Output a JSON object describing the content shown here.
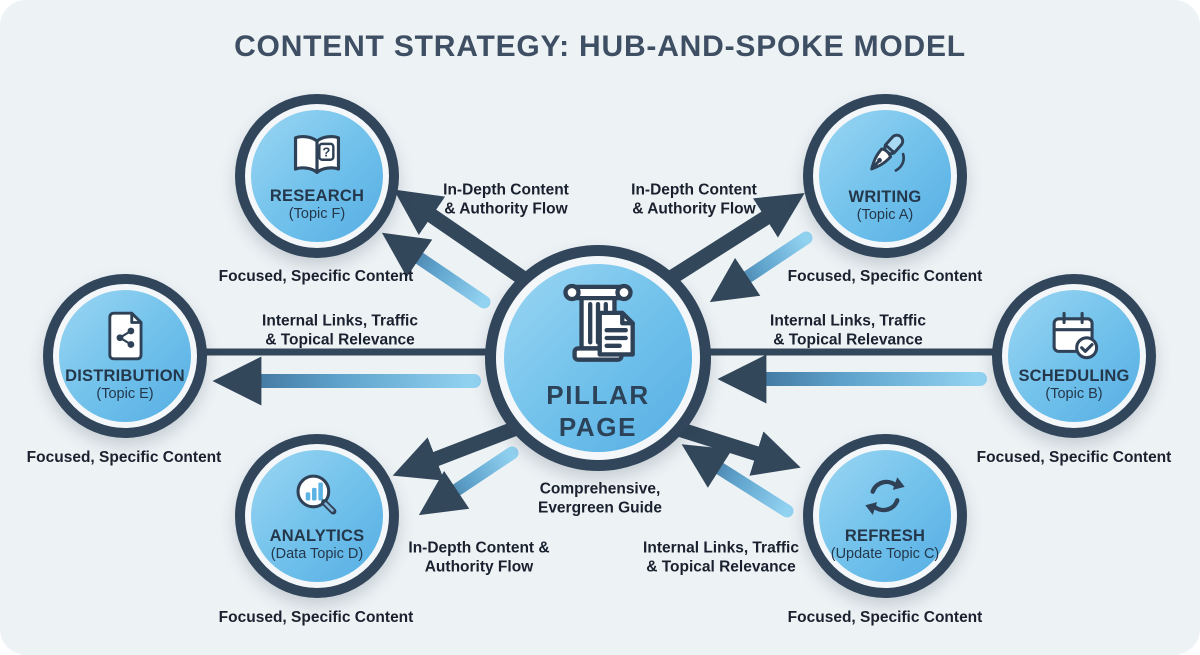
{
  "title": "CONTENT STRATEGY: HUB-AND-SPOKE MODEL",
  "hub": {
    "id": "pillar-page",
    "line1": "PILLAR",
    "line2": "PAGE",
    "icon": "pillar-document-icon",
    "caption_line1": "Comprehensive,",
    "caption_line2": "Evergreen Guide"
  },
  "nodes": [
    {
      "id": "research",
      "name": "RESEARCH",
      "topic": "(Topic F)",
      "caption": "Focused, Specific Content",
      "icon": "open-book-question-icon"
    },
    {
      "id": "writing",
      "name": "WRITING",
      "topic": "(Topic A)",
      "caption": "Focused, Specific Content",
      "icon": "fountain-pen-icon"
    },
    {
      "id": "distribution",
      "name": "DISTRIBUTION",
      "topic": "(Topic E)",
      "caption": "Focused, Specific Content",
      "icon": "document-share-icon"
    },
    {
      "id": "scheduling",
      "name": "SCHEDULING",
      "topic": "(Topic B)",
      "caption": "Focused, Specific Content",
      "icon": "calendar-check-icon"
    },
    {
      "id": "analytics",
      "name": "ANALYTICS",
      "topic": "(Data Topic D)",
      "caption": "Focused, Specific Content",
      "icon": "magnifier-bar-chart-icon"
    },
    {
      "id": "refresh",
      "name": "REFRESH",
      "topic": "(Update Topic C)",
      "caption": "Focused, Specific Content",
      "icon": "refresh-arrows-icon"
    }
  ],
  "edge_labels": [
    {
      "id": "top-left",
      "line1": "In-Depth Content",
      "line2": "& Authority Flow"
    },
    {
      "id": "top-right",
      "line1": "In-Depth Content",
      "line2": "& Authority Flow"
    },
    {
      "id": "mid-left",
      "line1": "Internal Links, Traffic",
      "line2": "& Topical Relevance"
    },
    {
      "id": "mid-right",
      "line1": "Internal Links, Traffic",
      "line2": "& Topical Relevance"
    },
    {
      "id": "bottom-left",
      "line1": "In-Depth Content &",
      "line2": "Authority Flow"
    },
    {
      "id": "bottom-right",
      "line1": "Internal Links, Traffic",
      "line2": "& Topical Relevance"
    }
  ],
  "edges": [
    {
      "from": "pillar-page",
      "to": "research",
      "style": "dark-arrow + blue-arrow both toward spoke"
    },
    {
      "from": "pillar-page",
      "to": "writing",
      "style": "dark-arrow toward spoke, blue-arrow toward hub"
    },
    {
      "from": "pillar-page",
      "to": "distribution",
      "style": "thin dark line + blue-arrow toward spoke"
    },
    {
      "from": "scheduling",
      "to": "pillar-page",
      "style": "thin dark line + blue-arrow toward hub"
    },
    {
      "from": "pillar-page",
      "to": "analytics",
      "style": "dark-arrow + blue-arrow both toward spoke"
    },
    {
      "from": "pillar-page",
      "to": "refresh",
      "style": "dark-arrow toward spoke, blue-arrow toward hub"
    }
  ],
  "colors": {
    "panel_background": "#edf2f5",
    "frame": "#ffffff",
    "navy": "#33475b",
    "title": "#3e4e63",
    "circle_fill_light": "#9cd6f3",
    "circle_fill_dark": "#55aee3",
    "white_ring": "#f3f7fa",
    "arrow_blue_light": "#93d3f2",
    "arrow_blue_dark": "#3c6d96",
    "label_text": "#19212e"
  }
}
